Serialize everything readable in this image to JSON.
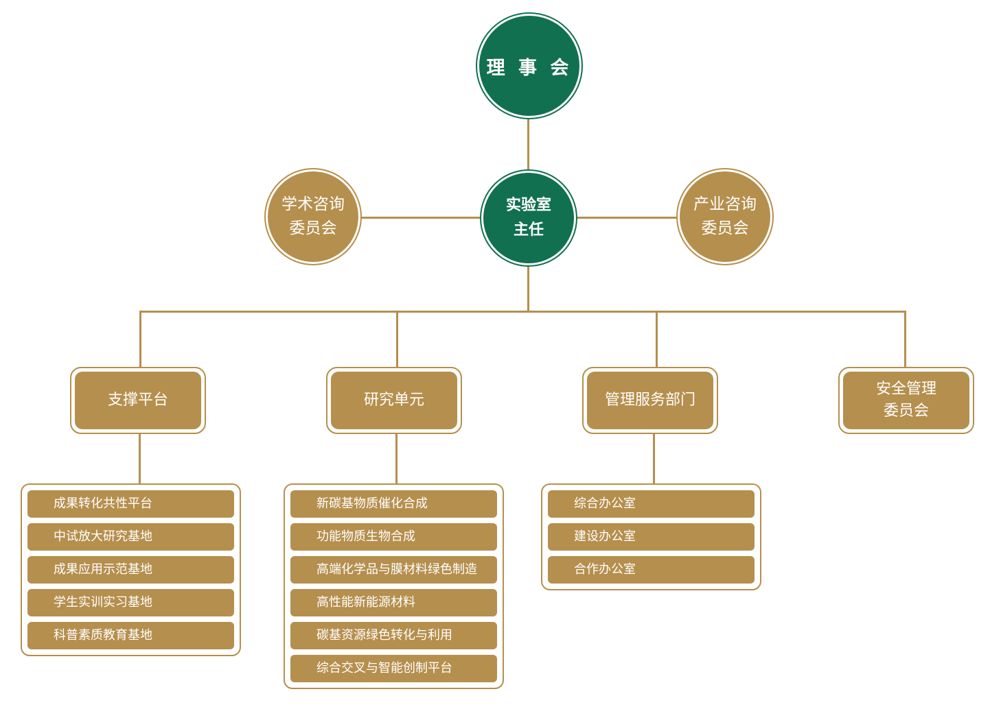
{
  "board": {
    "label": "理 事 会"
  },
  "director": {
    "label": "实验室\n主任"
  },
  "academic_committee": {
    "label": "学术咨询\n委员会"
  },
  "industry_committee": {
    "label": "产业咨询\n委员会"
  },
  "departments": [
    {
      "label": "支撑平台",
      "items": [
        "成果转化共性平台",
        "中试放大研究基地",
        "成果应用示范基地",
        "学生实训实习基地",
        "科普素质教育基地"
      ]
    },
    {
      "label": "研究单元",
      "items": [
        "新碳基物质催化合成",
        "功能物质生物合成",
        "高端化学品与膜材料绿色制造",
        "高性能新能源材料",
        "碳基资源绿色转化与利用",
        "综合交叉与智能创制平台"
      ]
    },
    {
      "label": "管理服务部门",
      "items": [
        "综合办公室",
        "建设办公室",
        "合作办公室"
      ]
    },
    {
      "label": "安全管理\n委员会",
      "items": []
    }
  ],
  "colors": {
    "green": "#11704f",
    "gold": "#b58f4d",
    "background": "#ffffff"
  }
}
